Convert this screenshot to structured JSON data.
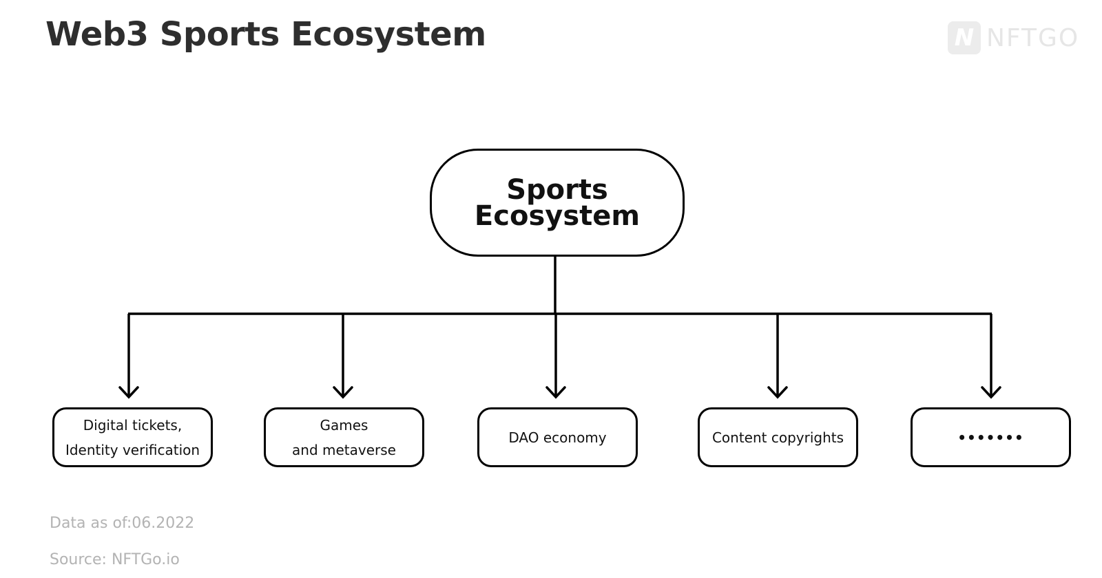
{
  "header": {
    "title": "Web3 Sports Ecosystem",
    "logo": {
      "mark": "N",
      "text": "NFTGO",
      "icon": "nftgo-logo-icon"
    }
  },
  "diagram": {
    "root": {
      "lines": [
        "Sports",
        "Ecosystem"
      ]
    },
    "children": [
      {
        "lines": [
          "Digital tickets,",
          "Identity verification"
        ]
      },
      {
        "lines": [
          "Games",
          "and metaverse"
        ]
      },
      {
        "lines": [
          "DAO economy"
        ]
      },
      {
        "lines": [
          "Content copyrights"
        ]
      },
      {
        "lines": [
          "•••••••"
        ]
      }
    ],
    "colors": {
      "stroke": "#000000",
      "title": "#2e2e2e",
      "footer": "#b3b3b3"
    }
  },
  "footer": {
    "data_as_of": "Data as of:06.2022",
    "source": "Source: NFTGo.io"
  }
}
